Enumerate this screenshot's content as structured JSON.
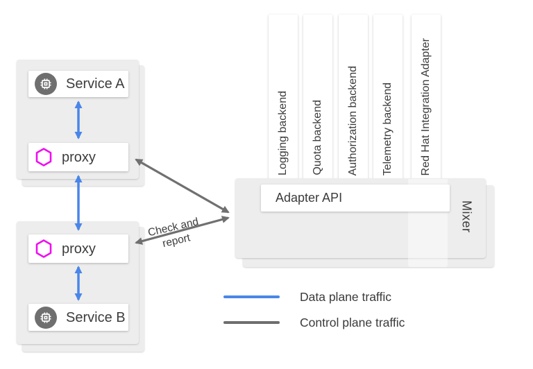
{
  "diagram": {
    "services": {
      "a": "Service A",
      "b": "Service B"
    },
    "proxy_label": "proxy",
    "backends": [
      "Logging backend",
      "Quota backend",
      "Authorization backend",
      "Telemetry backend",
      "Red Hat Integration Adapter"
    ],
    "mixer": {
      "label": "Mixer",
      "adapter_api": "Adapter API"
    },
    "check_report": {
      "line1": "Check and",
      "line2": "report"
    },
    "legend": {
      "data_plane": {
        "label": "Data plane traffic",
        "color": "#4a86e8"
      },
      "control_plane": {
        "label": "Control plane traffic",
        "color": "#6e6e6e"
      }
    },
    "colors": {
      "card_bg": "#ededed",
      "data_plane_blue": "#4a86e8",
      "control_plane_gray": "#707070",
      "proxy_magenta": "#ee0fee",
      "service_icon_gray": "#6f6f6f",
      "text": "#3c3c3c"
    }
  }
}
